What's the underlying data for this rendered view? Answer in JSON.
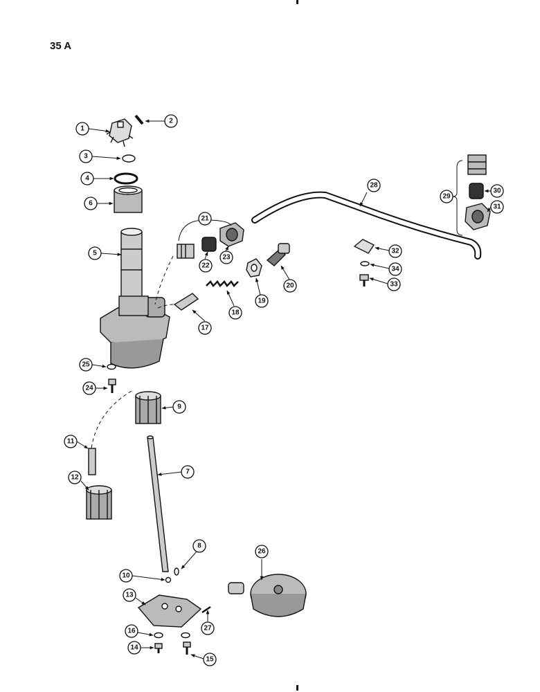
{
  "page_label": "35 A",
  "callouts": [
    "1",
    "2",
    "3",
    "4",
    "5",
    "6",
    "7",
    "8",
    "9",
    "10",
    "11",
    "12",
    "13",
    "14",
    "15",
    "16",
    "17",
    "18",
    "19",
    "20",
    "21",
    "22",
    "23",
    "24",
    "25",
    "26",
    "27",
    "28",
    "29",
    "30",
    "31",
    "32",
    "33",
    "34"
  ]
}
